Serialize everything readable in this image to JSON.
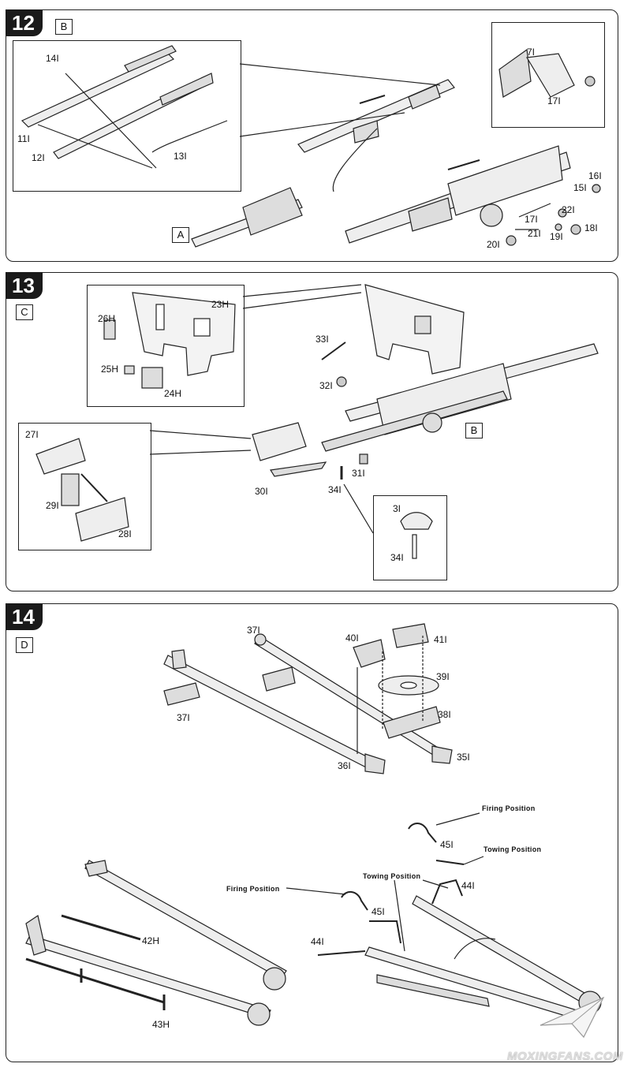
{
  "steps": [
    {
      "number": "12",
      "subassembly_letters": [
        "B",
        "A"
      ],
      "parts": [
        "14I",
        "11I",
        "12I",
        "13I",
        "7I",
        "17I",
        "16I",
        "15I",
        "22I",
        "17I",
        "21I",
        "19I",
        "18I",
        "20I"
      ]
    },
    {
      "number": "13",
      "subassembly_letters": [
        "C",
        "B"
      ],
      "parts": [
        "23H",
        "26H",
        "25H",
        "24H",
        "33I",
        "32I",
        "27I",
        "29I",
        "28I",
        "30I",
        "31I",
        "34I",
        "3I",
        "34I"
      ]
    },
    {
      "number": "14",
      "subassembly_letters": [
        "D"
      ],
      "parts": [
        "37I",
        "40I",
        "41I",
        "39I",
        "38I",
        "35I",
        "36I",
        "37I",
        "45I",
        "44I",
        "45I",
        "44I",
        "42H",
        "43H"
      ],
      "position_labels": {
        "firing_1": "Firing Position",
        "towing_1": "Towing Position",
        "firing_2": "Firing Position",
        "towing_2": "Towing Position"
      }
    }
  ],
  "watermark": "MOXINGFANS.COM",
  "icons": [
    "paper-plane-logo-icon"
  ]
}
